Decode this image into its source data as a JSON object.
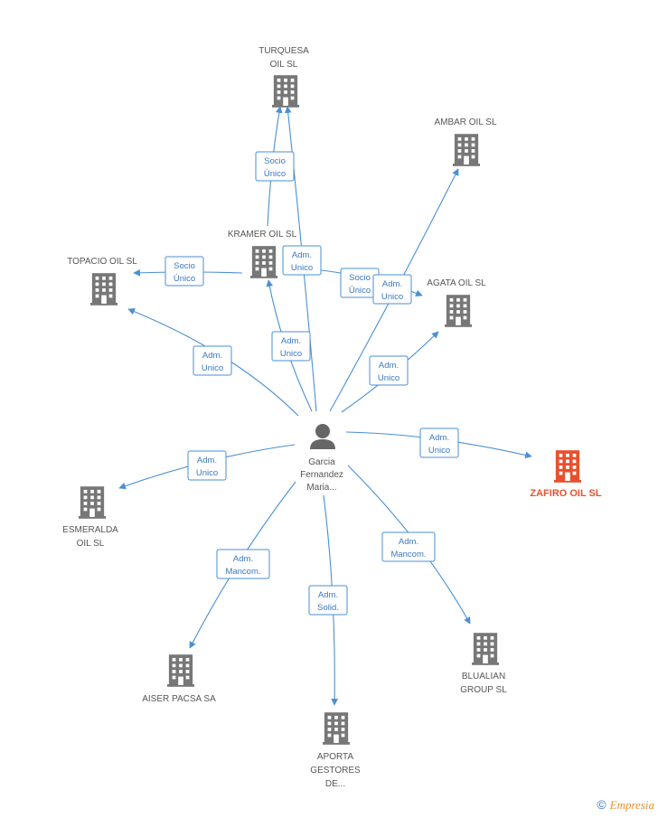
{
  "center": {
    "name_lines": [
      "Garcia",
      "Fernandez",
      "Maria..."
    ],
    "icon": "person-icon"
  },
  "companies": [
    {
      "id": "turquesa",
      "lines": [
        "TURQUESA",
        "OIL SL"
      ],
      "icon": "building-icon"
    },
    {
      "id": "ambar",
      "lines": [
        "AMBAR OIL SL"
      ],
      "icon": "building-icon"
    },
    {
      "id": "kramer",
      "lines": [
        "KRAMER OIL SL"
      ],
      "icon": "building-icon"
    },
    {
      "id": "topacio",
      "lines": [
        "TOPACIO OIL  SL"
      ],
      "icon": "building-icon"
    },
    {
      "id": "agata",
      "lines": [
        "AGATA OIL  SL"
      ],
      "icon": "building-icon"
    },
    {
      "id": "zafiro",
      "lines": [
        "ZAFIRO OIL SL"
      ],
      "icon": "building-icon",
      "highlight": true
    },
    {
      "id": "esmeralda",
      "lines": [
        "ESMERALDA",
        "OIL SL"
      ],
      "icon": "building-icon"
    },
    {
      "id": "aiser",
      "lines": [
        "AISER PACSA SA"
      ],
      "icon": "building-icon"
    },
    {
      "id": "aporta",
      "lines": [
        "APORTA",
        "GESTORES",
        "DE..."
      ],
      "icon": "building-icon"
    },
    {
      "id": "blualian",
      "lines": [
        "BLUALIAN",
        "GROUP SL"
      ],
      "icon": "building-icon"
    }
  ],
  "relations": [
    {
      "id": "kramer-turquesa",
      "lines": [
        "Socio",
        "Único"
      ]
    },
    {
      "id": "kramer-topacio",
      "lines": [
        "Socio",
        "Único"
      ]
    },
    {
      "id": "center-turquesa",
      "lines": [
        "Adm.",
        "Unico"
      ]
    },
    {
      "id": "kramer-agata",
      "lines": [
        "Socio",
        "Único"
      ]
    },
    {
      "id": "center-ambar",
      "lines": [
        "Adm.",
        "Unico"
      ]
    },
    {
      "id": "center-kramer",
      "lines": [
        "Adm.",
        "Unico"
      ]
    },
    {
      "id": "center-topacio",
      "lines": [
        "Adm.",
        "Unico"
      ]
    },
    {
      "id": "center-agata",
      "lines": [
        "Adm.",
        "Unico"
      ]
    },
    {
      "id": "center-zafiro",
      "lines": [
        "Adm.",
        "Unico"
      ]
    },
    {
      "id": "center-esmeralda",
      "lines": [
        "Adm.",
        "Unico"
      ]
    },
    {
      "id": "center-aiser",
      "lines": [
        "Adm.",
        "Mancom."
      ]
    },
    {
      "id": "center-aporta",
      "lines": [
        "Adm.",
        "Solid."
      ]
    },
    {
      "id": "center-blualian",
      "lines": [
        "Adm.",
        "Mancom."
      ]
    }
  ],
  "colors": {
    "edge": "#4a8fd6",
    "node": "#777777",
    "highlight": "#e8502f"
  },
  "footer": {
    "copyright": "©",
    "brand": "Empresia"
  }
}
